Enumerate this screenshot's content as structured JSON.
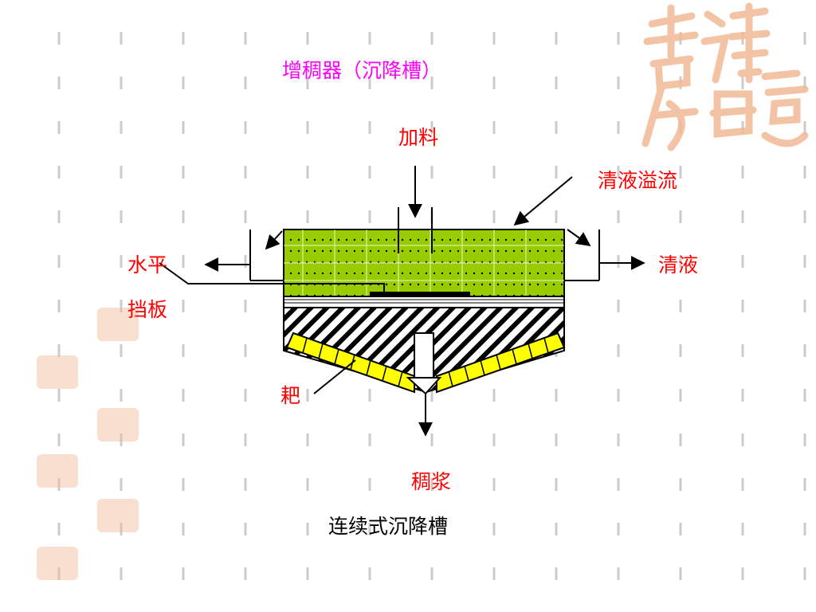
{
  "title": "增稠器（沉降槽）",
  "caption": "连续式沉降槽",
  "labels": {
    "feed": "加料",
    "overflow": "清液溢流",
    "clear_liquid": "清液",
    "baffle_line1": "水平",
    "baffle_line2": "挡板",
    "rake": "耙",
    "thick_slurry": "稠浆"
  },
  "decor": {
    "seal_text": "吉祥如意"
  },
  "colors": {
    "title": "#ff00ff",
    "label": "#ff0000",
    "caption": "#000000",
    "liquid_zone": "#99cc00",
    "rake": "#ffff00",
    "seal": "#f2b996",
    "dash": "#cccccc"
  }
}
